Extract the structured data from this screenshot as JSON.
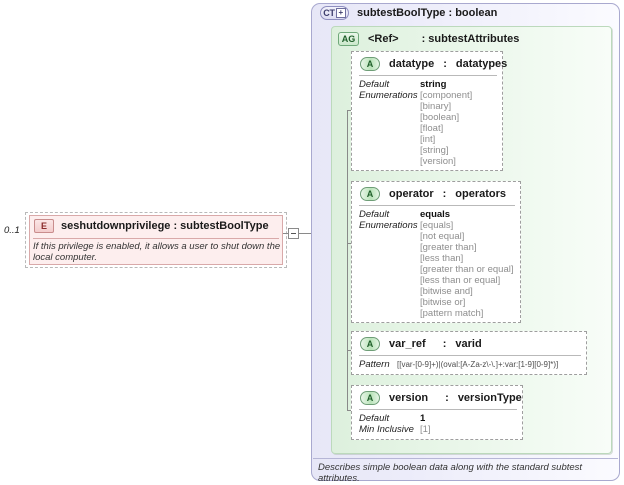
{
  "element": {
    "cardinality": "0..1",
    "icon": "E",
    "icon_name": "element-icon",
    "title": "seshutdownprivilege : subtestBoolType",
    "documentation": "If this privilege is enabled, it allows a user to shut down the local computer."
  },
  "complex_type": {
    "icon": "CT",
    "icon_plus": "+",
    "icon_name": "complextype-icon",
    "title": "subtestBoolType : boolean",
    "footer": "Describes simple boolean data along with the standard subtest attributes."
  },
  "attribute_group": {
    "icon": "AG",
    "icon_name": "attributegroup-icon",
    "ref_label": "<Ref>",
    "title": ": subtestAttributes"
  },
  "attributes": [
    {
      "icon": "A",
      "name": "datatype",
      "separator": ":",
      "type": "datatypes",
      "facets": [
        {
          "key": "Default",
          "value": "string",
          "style": "value"
        },
        {
          "key": "Enumerations",
          "value": "[component]",
          "style": "enum"
        }
      ],
      "enumerations": [
        "[component]",
        "[binary]",
        "[boolean]",
        "[float]",
        "[int]",
        "[string]",
        "[version]"
      ],
      "default": "string",
      "default_key": "Default",
      "enum_key": "Enumerations"
    },
    {
      "icon": "A",
      "name": "operator",
      "separator": ":",
      "type": "operators",
      "enumerations": [
        "[equals]",
        "[not equal]",
        "[greater than]",
        "[less than]",
        "[greater than or equal]",
        "[less than or equal]",
        "[bitwise and]",
        "[bitwise or]",
        "[pattern match]"
      ],
      "default": "equals",
      "default_key": "Default",
      "enum_key": "Enumerations"
    },
    {
      "icon": "A",
      "name": "var_ref",
      "separator": ":",
      "type": "varid",
      "pattern_key": "Pattern",
      "pattern": "[[var-[0-9]+)|(oval:[A-Za-z\\-\\.]+:var:[1-9][0-9]*)]"
    },
    {
      "icon": "A",
      "name": "version",
      "separator": ":",
      "type": "versionType",
      "default_key": "Default",
      "default": "1",
      "min_key": "Min Inclusive",
      "min": "[1]"
    }
  ]
}
